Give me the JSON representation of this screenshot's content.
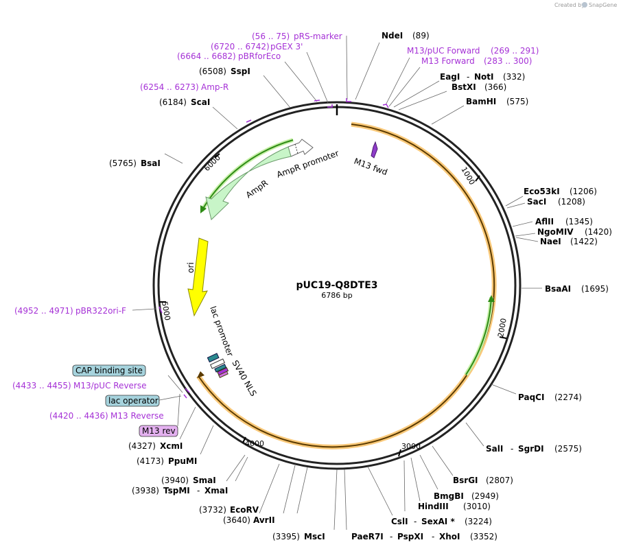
{
  "credit": {
    "created_by": "Created by",
    "brand": "SnapGene"
  },
  "plasmid": {
    "name": "pUC19-Q8DTE3",
    "length": "6786 bp"
  },
  "ticks": [
    "1000",
    "2000",
    "3000",
    "4000",
    "5000",
    "6000"
  ],
  "enzymes": [
    {
      "name": "NdeI",
      "pos": "(89)"
    },
    {
      "name": "EagI",
      "pos": ""
    },
    {
      "name": "NotI",
      "pos": "(332)"
    },
    {
      "name": "BstXI",
      "pos": "(366)"
    },
    {
      "name": "BamHI",
      "pos": "(575)"
    },
    {
      "name": "Eco53kI",
      "pos": "(1206)"
    },
    {
      "name": "SacI",
      "pos": "(1208)"
    },
    {
      "name": "AflII",
      "pos": "(1345)"
    },
    {
      "name": "NgoMIV",
      "pos": "(1420)"
    },
    {
      "name": "NaeI",
      "pos": "(1422)"
    },
    {
      "name": "BsaAI",
      "pos": "(1695)"
    },
    {
      "name": "PaqCI",
      "pos": "(2274)"
    },
    {
      "name": "SalI",
      "pos": ""
    },
    {
      "name": "SgrDI",
      "pos": "(2575)"
    },
    {
      "name": "BsrGI",
      "pos": "(2807)"
    },
    {
      "name": "BmgBI",
      "pos": "(2949)"
    },
    {
      "name": "HindIII",
      "pos": "(3010)"
    },
    {
      "name": "CslI",
      "pos": ""
    },
    {
      "name": "SexAI *",
      "pos": "(3224)"
    },
    {
      "name": "PaeR7I",
      "pos": ""
    },
    {
      "name": "PspXI",
      "pos": ""
    },
    {
      "name": "XhoI",
      "pos": "(3352)"
    },
    {
      "name": "MscI",
      "pos": "(3395)"
    },
    {
      "name": "AvrII",
      "pos": "(3640)"
    },
    {
      "name": "EcoRV",
      "pos": "(3732)"
    },
    {
      "name": "TspMI",
      "pos": "(3938)"
    },
    {
      "name": "XmaI",
      "pos": ""
    },
    {
      "name": "SmaI",
      "pos": "(3940)"
    },
    {
      "name": "PpuMI",
      "pos": "(4173)"
    },
    {
      "name": "XcmI",
      "pos": "(4327)"
    },
    {
      "name": "BsaI",
      "pos": "(5765)"
    },
    {
      "name": "ScaI",
      "pos": "(6184)"
    },
    {
      "name": "SspI",
      "pos": "(6508)"
    }
  ],
  "primers": [
    {
      "name": "pRS-marker",
      "range": "(56 .. 75)"
    },
    {
      "name": "pGEX 3'",
      "range": "(6720 .. 6742)"
    },
    {
      "name": "pBRforEco",
      "range": "(6664 .. 6682)"
    },
    {
      "name": "Amp-R",
      "range": "(6254 .. 6273)"
    },
    {
      "name": "M13/pUC Forward",
      "range": "(269 .. 291)"
    },
    {
      "name": "M13 Forward",
      "range": "(283 .. 300)"
    },
    {
      "name": "pBR322ori-F",
      "range": "(4952 .. 4971)"
    },
    {
      "name": "M13/pUC Reverse",
      "range": "(4433 .. 4455)"
    },
    {
      "name": "M13 Reverse",
      "range": "(4420 .. 4436)"
    }
  ],
  "boxed_features": [
    {
      "name": "CAP binding site",
      "fill": "#a6d3dd"
    },
    {
      "name": "lac operator",
      "fill": "#a6d3dd"
    },
    {
      "name": "M13 rev",
      "fill": "#e4b1f0"
    }
  ],
  "features": [
    "M13 fwd",
    "AmpR promoter",
    "AmpR",
    "ori",
    "lac promoter",
    "SV40 NLS"
  ],
  "colors": {
    "enzyme_text": "#000000",
    "primer_text": "#a531d6",
    "orf": "#f5a623",
    "green_arc": "#4caf28",
    "ampr": "#c8f5c8",
    "ori": "#ffff00"
  }
}
